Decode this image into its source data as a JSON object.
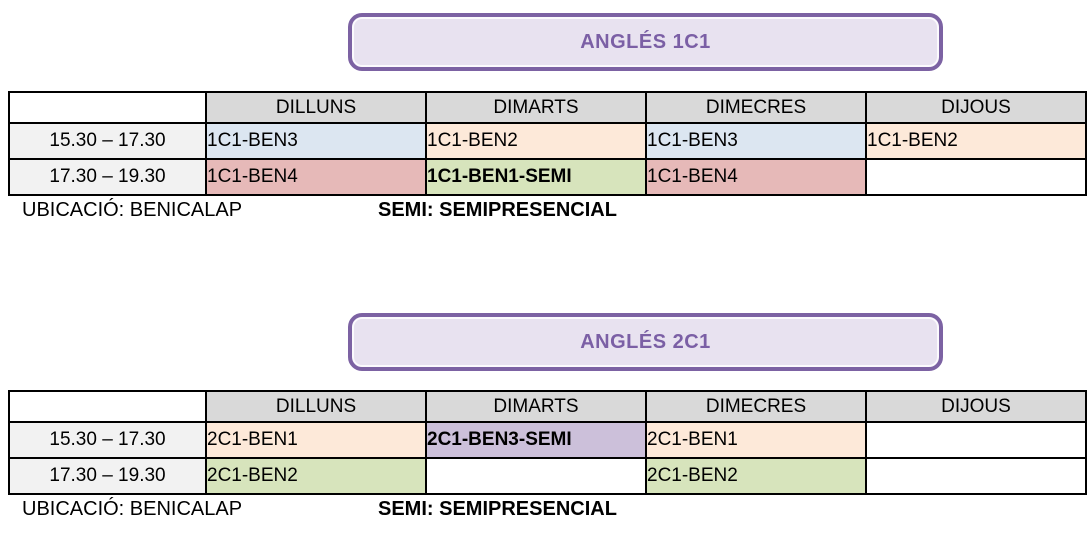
{
  "colors": {
    "title_border": "#7c62a3",
    "title_bg": "#e8e2f0",
    "title_text": "#7b5fa5",
    "header_bg": "#d9d9d9",
    "time_bg": "#f2f2f2",
    "blue": "#dce6f1",
    "peach": "#fde9d9",
    "pink": "#e6b9b8",
    "green": "#d7e4bc",
    "purple": "#ccc0da",
    "white": "#ffffff"
  },
  "tables": [
    {
      "title": "ANGLÉS 1C1",
      "days": [
        "DILLUNS",
        "DIMARTS",
        "DIMECRES",
        "DIJOUS"
      ],
      "rows": [
        {
          "time": "15.30 – 17.30",
          "cells": [
            {
              "text": "1C1-BEN3",
              "bg": "#dce6f1",
              "weight": "normal"
            },
            {
              "text": "1C1-BEN2",
              "bg": "#fde9d9",
              "weight": "normal"
            },
            {
              "text": "1C1-BEN3",
              "bg": "#dce6f1",
              "weight": "normal"
            },
            {
              "text": "1C1-BEN2",
              "bg": "#fde9d9",
              "weight": "normal"
            }
          ]
        },
        {
          "time": "17.30 – 19.30",
          "cells": [
            {
              "text": "1C1-BEN4",
              "bg": "#e6b9b8",
              "weight": "normal"
            },
            {
              "text": "1C1-BEN1-SEMI",
              "bg": "#d7e4bc",
              "weight": "bold"
            },
            {
              "text": "1C1-BEN4",
              "bg": "#e6b9b8",
              "weight": "normal"
            },
            {
              "text": "",
              "bg": "#ffffff",
              "weight": "normal"
            }
          ]
        }
      ],
      "footer": {
        "location": "UBICACIÓ: BENICALAP",
        "semi": "SEMI: SEMIPRESENCIAL"
      }
    },
    {
      "title": "ANGLÉS 2C1",
      "days": [
        "DILLUNS",
        "DIMARTS",
        "DIMECRES",
        "DIJOUS"
      ],
      "rows": [
        {
          "time": "15.30 – 17.30",
          "cells": [
            {
              "text": "2C1-BEN1",
              "bg": "#fde9d9",
              "weight": "normal"
            },
            {
              "text": "2C1-BEN3-SEMI",
              "bg": "#ccc0da",
              "weight": "bold"
            },
            {
              "text": "2C1-BEN1",
              "bg": "#fde9d9",
              "weight": "normal"
            },
            {
              "text": "",
              "bg": "#ffffff",
              "weight": "normal"
            }
          ]
        },
        {
          "time": "17.30 – 19.30",
          "cells": [
            {
              "text": "2C1-BEN2",
              "bg": "#d7e4bc",
              "weight": "normal"
            },
            {
              "text": "",
              "bg": "#ffffff",
              "weight": "normal"
            },
            {
              "text": "2C1-BEN2",
              "bg": "#d7e4bc",
              "weight": "normal"
            },
            {
              "text": "",
              "bg": "#ffffff",
              "weight": "normal"
            }
          ]
        }
      ],
      "footer": {
        "location": "UBICACIÓ: BENICALAP",
        "semi": "SEMI: SEMIPRESENCIAL"
      }
    }
  ]
}
